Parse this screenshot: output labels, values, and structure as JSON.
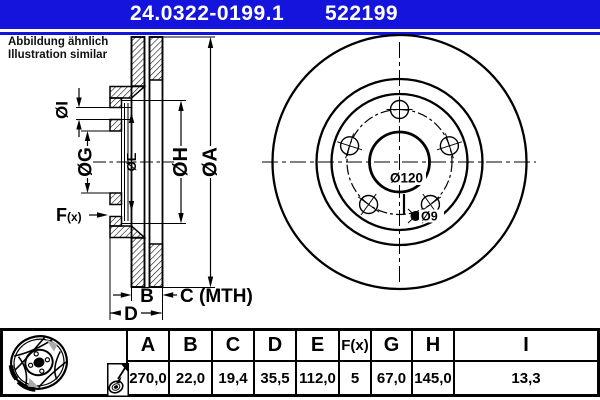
{
  "header": {
    "catalog_number": "24.0322-0199.1",
    "article_number": "522199"
  },
  "note": {
    "line1": "Abbildung ähnlich",
    "line2": "Illustration similar"
  },
  "drawing": {
    "labels": {
      "dia_i": "ØI",
      "dia_g": "ØG",
      "dia_e": "ØE",
      "dia_h": "ØH",
      "dia_a": "ØA",
      "f": "F",
      "f_suffix": "(x)",
      "b": "B",
      "c": "C (MTH)",
      "d": "D",
      "bolt_circle": "Ø120",
      "locating_hole": "Ø9"
    }
  },
  "table": {
    "columns": [
      "A",
      "B",
      "C",
      "D",
      "E",
      "F(x)",
      "G",
      "H",
      "I"
    ],
    "values": [
      "270,0",
      "22,0",
      "19,4",
      "35,5",
      "112,0",
      "5",
      "67,0",
      "145,0",
      "13,3"
    ]
  },
  "icons": {
    "product_icon": "power-brake-disc-icon",
    "mounting_icon": "hub-arrow-icon"
  },
  "colors": {
    "header_bg": "#1414dc",
    "drawing_line": "#000000"
  }
}
